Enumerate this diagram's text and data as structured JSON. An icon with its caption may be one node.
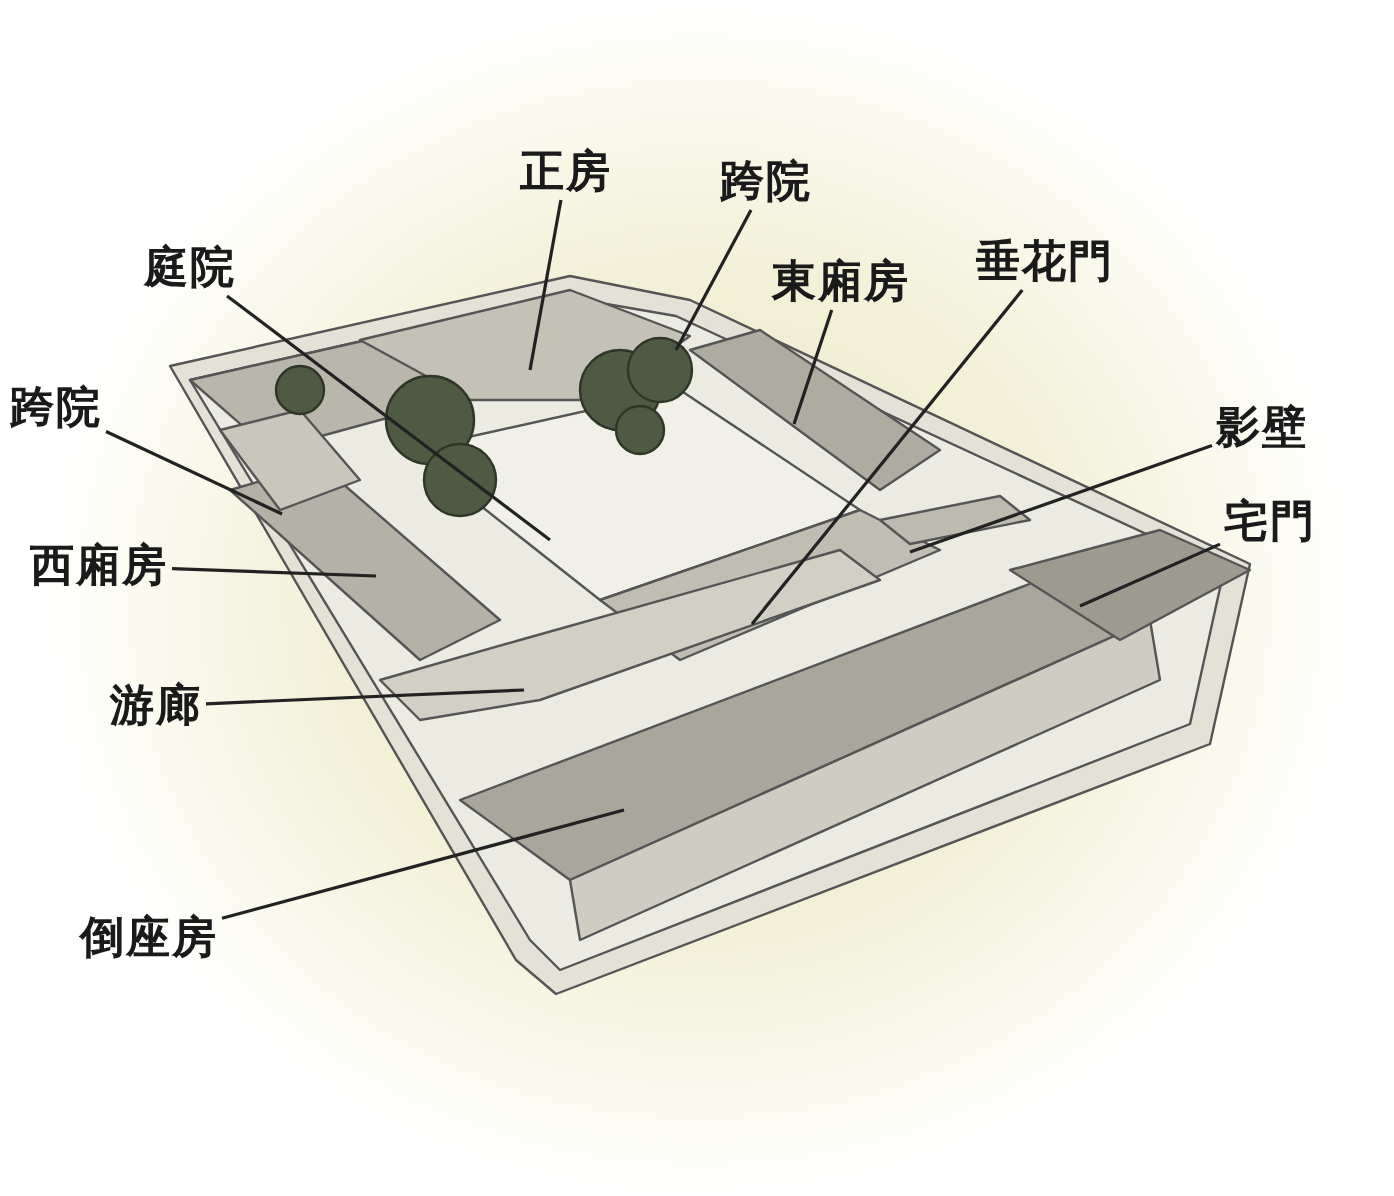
{
  "diagram": {
    "nodes": [
      {
        "text": [
          "正房"
        ]
      },
      {
        "text": [
          "跨院"
        ]
      },
      {
        "text": [
          "庭院"
        ]
      },
      {
        "text": [
          "東廂房"
        ]
      },
      {
        "text": [
          "垂花門"
        ]
      },
      {
        "text": [
          "跨院"
        ]
      },
      {
        "text": [
          "影壁"
        ]
      },
      {
        "text": [
          "西廂房"
        ]
      },
      {
        "text": [
          "宅門"
        ]
      },
      {
        "text": [
          "游廊"
        ]
      },
      {
        "text": [
          "倒座房"
        ]
      }
    ],
    "edges": [
      {
        "from": 0,
        "to": null,
        "arrow": "none"
      },
      {
        "from": 1,
        "to": null,
        "arrow": "none"
      },
      {
        "from": 2,
        "to": null,
        "arrow": "none"
      },
      {
        "from": 3,
        "to": null,
        "arrow": "none"
      },
      {
        "from": 4,
        "to": null,
        "arrow": "none"
      },
      {
        "from": 5,
        "to": null,
        "arrow": "none"
      },
      {
        "from": 6,
        "to": null,
        "arrow": "none"
      },
      {
        "from": 7,
        "to": null,
        "arrow": "none"
      },
      {
        "from": 8,
        "to": null,
        "arrow": "none"
      },
      {
        "from": 9,
        "to": null,
        "arrow": "none"
      },
      {
        "from": 10,
        "to": null,
        "arrow": "none"
      }
    ]
  }
}
